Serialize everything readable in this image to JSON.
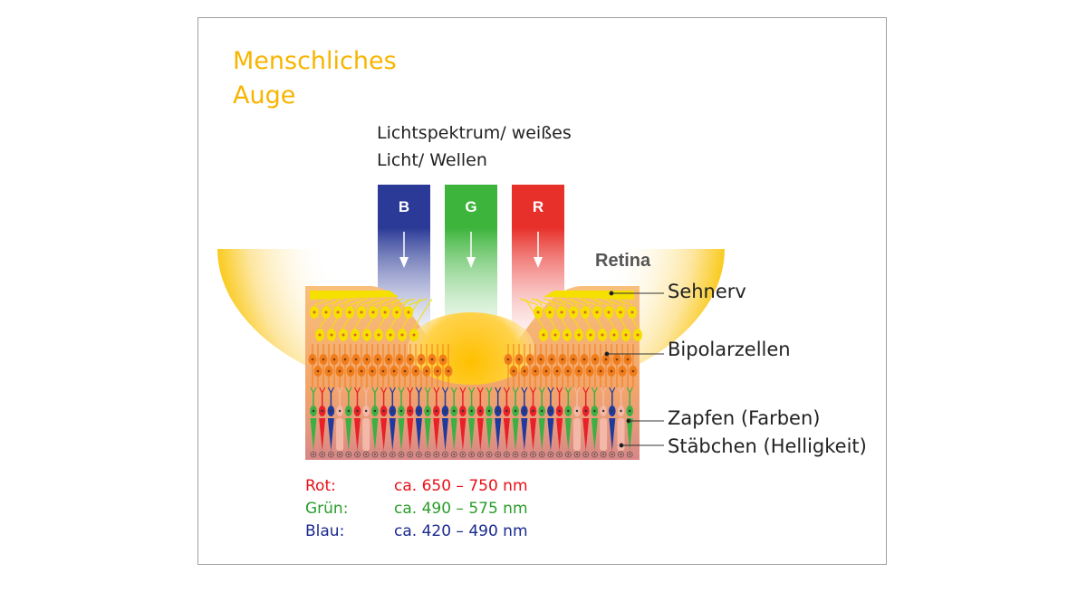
{
  "title": [
    "Menschliches",
    "Auge"
  ],
  "spectrum_label": [
    "Lichtspektrum/ weißes",
    "Licht/ Wellen"
  ],
  "beams": [
    {
      "letter": "B",
      "color": "#2b3a97"
    },
    {
      "letter": "G",
      "color": "#3db43c"
    },
    {
      "letter": "R",
      "color": "#e8302a"
    }
  ],
  "labels": {
    "retina": "Retina",
    "sehnerv": "Sehnerv",
    "bipolar": "Bipolarzellen",
    "zapfen": "Zapfen (Farben)",
    "staebchen": "Stäbchen (Helligkeit)"
  },
  "legend": [
    {
      "name": "Rot:",
      "range": "ca. 650 – 750 nm",
      "color": "#e8101a"
    },
    {
      "name": "Grün:",
      "range": "ca. 490 – 575 nm",
      "color": "#2a9d2a"
    },
    {
      "name": "Blau:",
      "range": "ca. 420 – 490 nm",
      "color": "#1a2a8f"
    }
  ],
  "colors": {
    "title": "#f7b500",
    "yellow_cell": "#f5e000",
    "bipolar_cell": "#f07c1a",
    "rod": "#f4b8a8"
  }
}
